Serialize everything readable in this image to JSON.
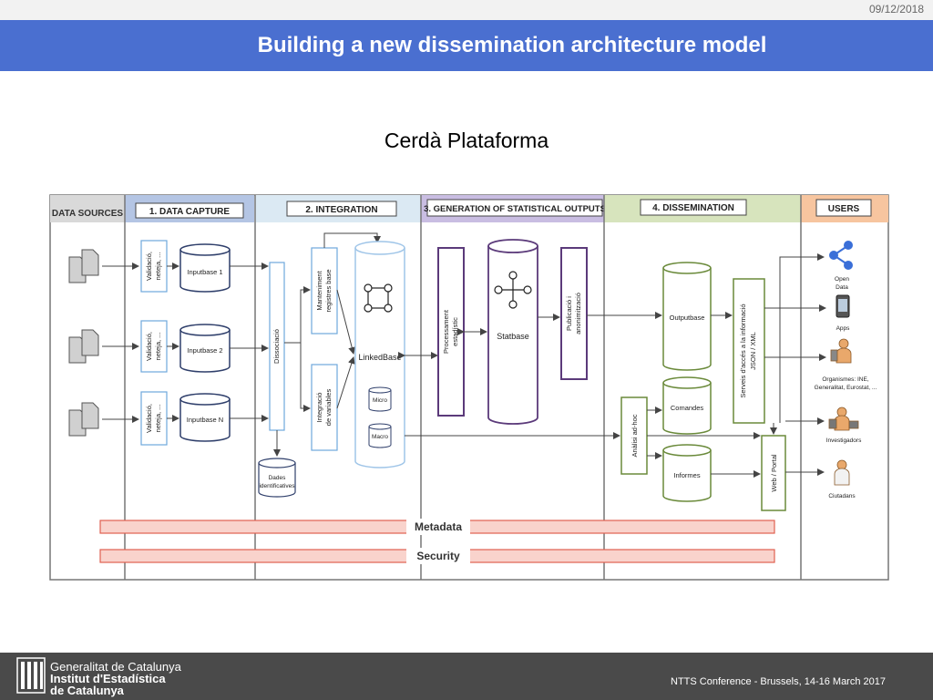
{
  "header": {
    "date": "09/12/2018",
    "title": "Building a new dissemination architecture model"
  },
  "subtitle": "Cerdà Plataforma",
  "diagram": {
    "columns": [
      "DATA SOURCES",
      "1. DATA CAPTURE",
      "2. INTEGRATION",
      "3. GENERATION OF STATISTICAL OUTPUTS",
      "4. DISSEMINATION",
      "USERS"
    ],
    "validation_label": [
      "Validació,",
      "neteja, ..."
    ],
    "inputbases": [
      "Inputbase 1",
      "Inputbase 2",
      "Inputbase N"
    ],
    "dissociacio": "Dissociació",
    "dades_identificatives": [
      "Dades",
      "identificatives"
    ],
    "manteniment": [
      "Manteniment",
      "registres base"
    ],
    "integracio": [
      "Integració",
      "de variables"
    ],
    "linkedbase": "LinkedBase",
    "micro": "Micro",
    "macro": "Macro",
    "processament": [
      "Processament",
      "estadístic"
    ],
    "statbase": "Statbase",
    "publicacio": [
      "Publicació i",
      "anonimització"
    ],
    "outputbase": "Outputbase",
    "comandes": "Comandes",
    "informes": "Informes",
    "analisi": "Anàlisi ad-hoc",
    "serveis": [
      "Serveis d'accés a la informació",
      "JSON / XML"
    ],
    "web_portal": "Web / Portal",
    "users": {
      "open_data": [
        "Open",
        "Data"
      ],
      "apps": "Apps",
      "organismes": [
        "Organismes: INE,",
        "Generalitat, Eurostat, ..."
      ],
      "investigadors": "Investigadors",
      "ciutadans": "Ciutadans"
    },
    "metadata": "Metadata",
    "security": "Security"
  },
  "footer": {
    "logo_lines": [
      "Generalitat de Catalunya",
      "Institut d'Estadística",
      "de Catalunya"
    ],
    "conference": "NTTS Conference - Brussels, 14-16 March 2017"
  }
}
